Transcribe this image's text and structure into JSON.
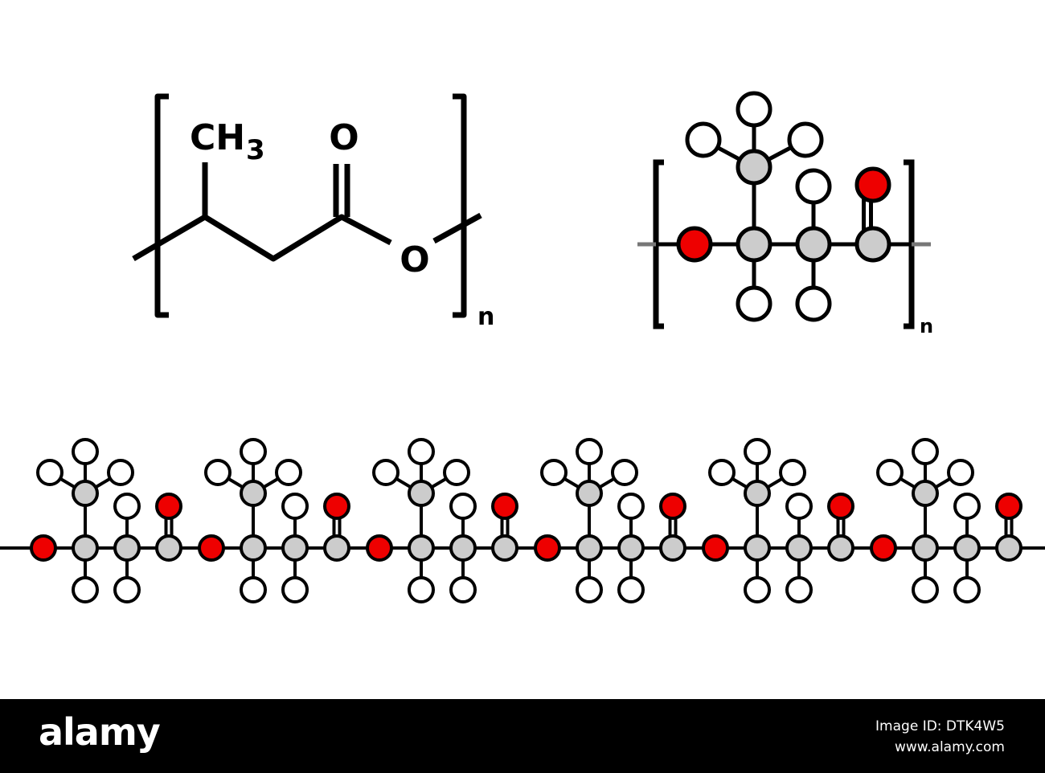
{
  "structural_formula": {
    "methyl_label": "CH",
    "methyl_subscript": "3",
    "carbonyl_oxygen_label": "O",
    "ester_oxygen_label": "O",
    "repeat_subscript": "n"
  },
  "ball_stick_monomer": {
    "repeat_subscript": "n"
  },
  "polymer_chain": {
    "repeat_units": 6
  },
  "colors": {
    "carbon": "#cccccc",
    "oxygen": "#ee0000",
    "hydrogen": "#ffffff",
    "outline": "#000000",
    "footer_background": "#000000"
  },
  "footer": {
    "brand": "alamy",
    "image_id": "Image ID: DTK4W5",
    "site": "www.alamy.com"
  }
}
